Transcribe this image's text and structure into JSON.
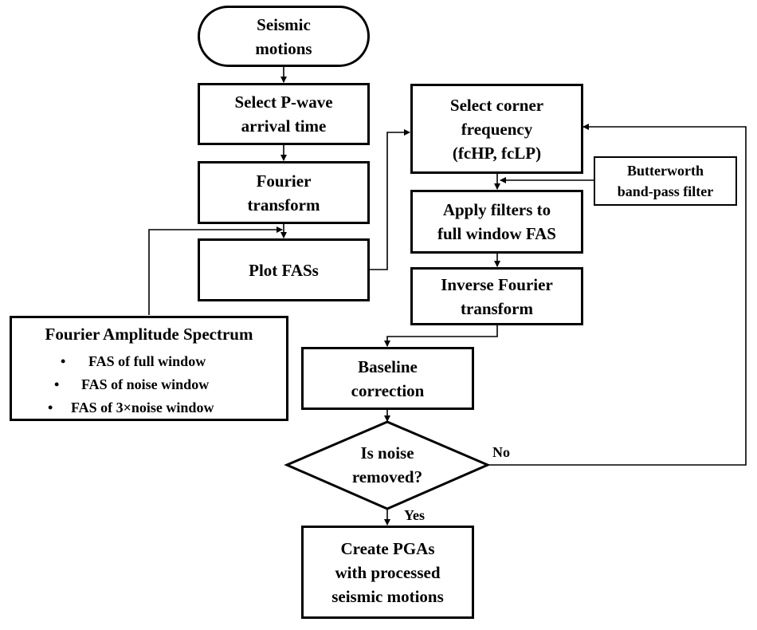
{
  "nodes": {
    "start": {
      "lines": [
        "Seismic",
        "motions"
      ]
    },
    "select_p": {
      "lines": [
        "Select P-wave",
        "arrival time"
      ]
    },
    "fourier": {
      "lines": [
        "Fourier",
        "transform"
      ]
    },
    "plot_fas": {
      "lines": [
        "Plot FASs"
      ]
    },
    "select_corner": {
      "lines": [
        "Select corner",
        "frequency",
        "(fcHP, fcLP)"
      ]
    },
    "butterworth": {
      "lines": [
        "Butterworth",
        "band-pass filter"
      ]
    },
    "apply_filters": {
      "lines": [
        "Apply filters to",
        "full window FAS"
      ]
    },
    "inverse_fourier": {
      "lines": [
        "Inverse Fourier",
        "transform"
      ]
    },
    "baseline": {
      "lines": [
        "Baseline",
        "correction"
      ]
    },
    "decision": {
      "lines": [
        "Is noise",
        "removed?"
      ]
    },
    "create_pgas": {
      "lines": [
        "Create PGAs",
        "with processed",
        "seismic motions"
      ]
    }
  },
  "legend": {
    "title": "Fourier Amplitude Spectrum",
    "bullet": "•",
    "items": [
      "FAS of full window",
      "FAS of noise window",
      "FAS of 3×noise window"
    ]
  },
  "edges": {
    "no_label": "No",
    "yes_label": "Yes"
  }
}
